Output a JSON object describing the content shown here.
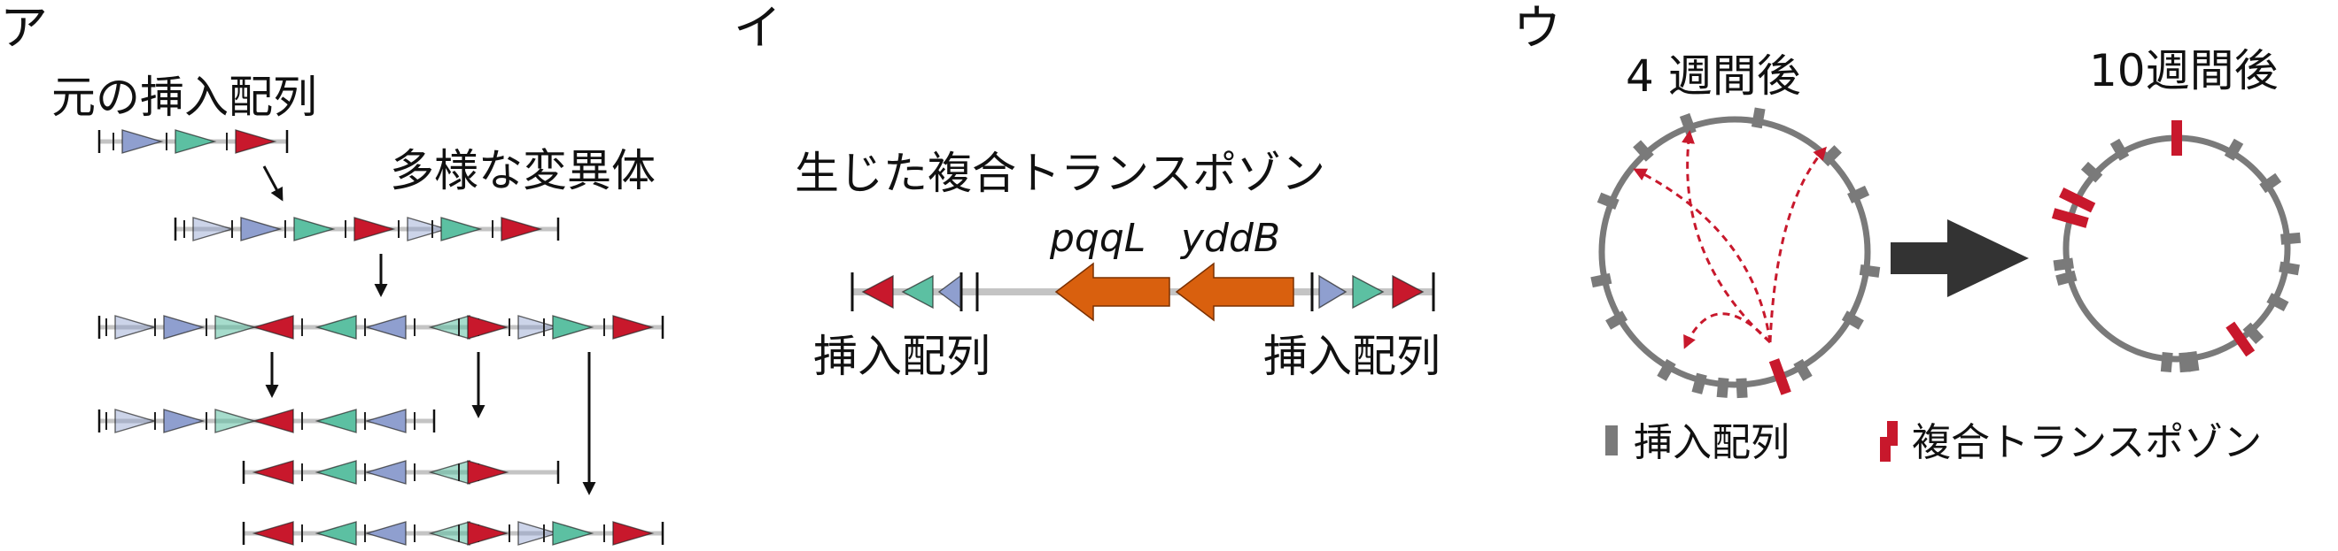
{
  "panels": [
    {
      "label": "ア"
    },
    {
      "label": "イ"
    },
    {
      "label": "ウ"
    }
  ],
  "panelA": {
    "original_label": "元の挿入配列",
    "variants_label": "多様な変異体"
  },
  "panelB": {
    "title": "生じた複合トランスポゾン",
    "genes": [
      "pqqL",
      "yddB"
    ],
    "left_label": "挿入配列",
    "right_label": "挿入配列"
  },
  "panelC": {
    "time1": "4 週間後",
    "time2": "10週間後",
    "legend_is": "挿入配列",
    "legend_ct": "複合トランスポゾン"
  },
  "colors": {
    "blue": "#8f9fcf",
    "green": "#5cc0a2",
    "red": "#c8182c",
    "orange": "#d9600e",
    "gray": "#7a7a7a",
    "backbone": "#c4c4c4"
  }
}
